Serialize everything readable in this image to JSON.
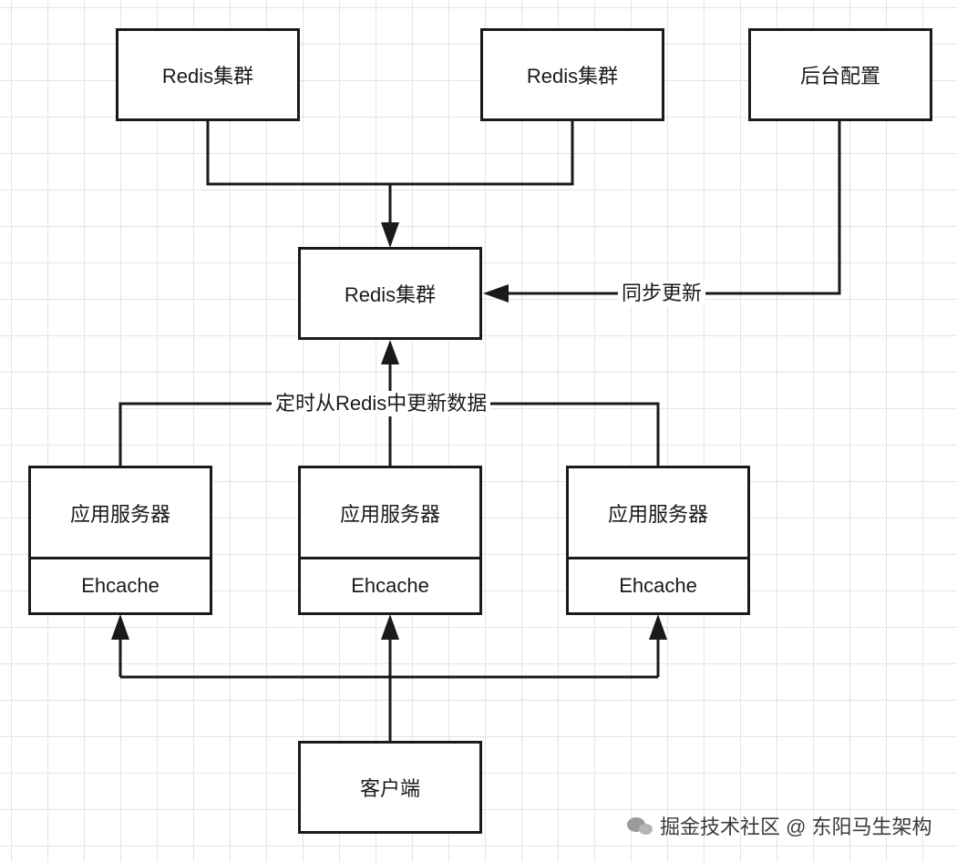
{
  "nodes": {
    "redis_cluster_left": "Redis集群",
    "redis_cluster_right": "Redis集群",
    "admin_config": "后台配置",
    "redis_cluster_center": "Redis集群",
    "app_server_1": {
      "title": "应用服务器",
      "cache": "Ehcache"
    },
    "app_server_2": {
      "title": "应用服务器",
      "cache": "Ehcache"
    },
    "app_server_3": {
      "title": "应用服务器",
      "cache": "Ehcache"
    },
    "client": "客户端"
  },
  "edges": {
    "sync_update": "同步更新",
    "scheduled_pull": "定时从Redis中更新数据"
  },
  "watermark": "掘金技术社区 @ 东阳马生架构",
  "colors": {
    "line": "#1a1a1a",
    "grid": "#e4e4e4",
    "background": "#ffffff"
  }
}
